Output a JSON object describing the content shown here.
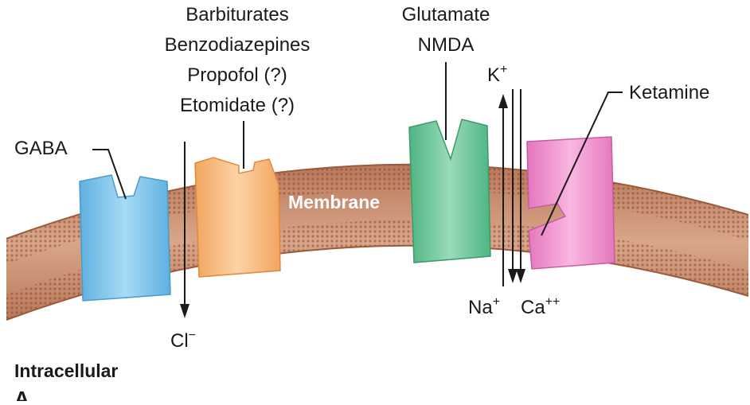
{
  "labels": {
    "drugs_line1": "Barbiturates",
    "drugs_line2": "Benzodiazepines",
    "drugs_line3": "Propofol (?)",
    "drugs_line4": "Etomidate (?)",
    "glutamate": "Glutamate",
    "nmda": "NMDA",
    "gaba": "GABA",
    "membrane": "Membrane",
    "ketamine": "Ketamine",
    "k_ion": "K",
    "k_sup": "+",
    "na_ion": "Na",
    "na_sup": "+",
    "ca_ion": "Ca",
    "ca_sup": "++",
    "cl_ion": "Cl",
    "cl_sup": "−",
    "intracellular": "Intracellular",
    "panel": "A"
  },
  "colors": {
    "membrane": "#c98a6a",
    "membrane_dots": "#8a4a30",
    "gaba_receptor": "#7cc2e8",
    "drug_site": "#f6b97a",
    "nmda_receptor": "#6cc49a",
    "ketamine_site": "#ef8fcf"
  }
}
